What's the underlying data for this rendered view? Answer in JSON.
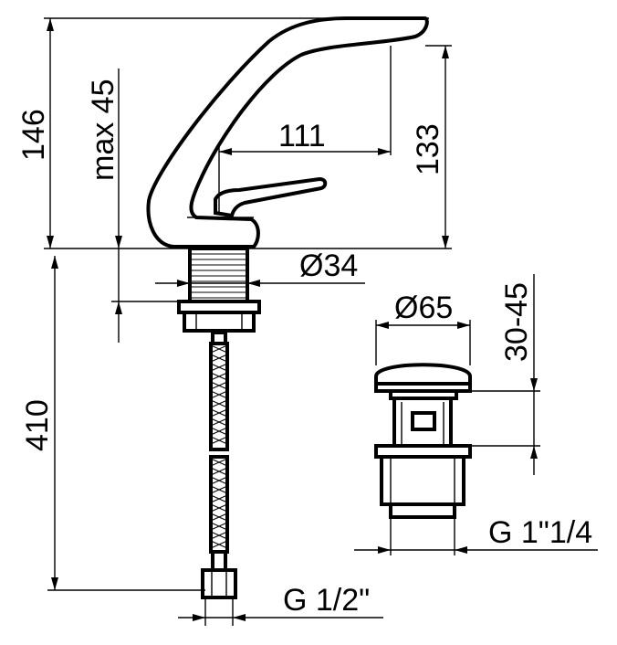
{
  "dimensions": {
    "overall_height": "146",
    "max_thickness": "max 45",
    "spout_reach": "111",
    "spout_height": "133",
    "shank_diameter": "Ø34",
    "hose_length": "410",
    "hose_thread": "G 1/2\"",
    "waste_diameter": "Ø65",
    "waste_range": "30-45",
    "waste_thread": "G 1\"1/4"
  },
  "colors": {
    "line": "#000000",
    "background": "#ffffff"
  }
}
